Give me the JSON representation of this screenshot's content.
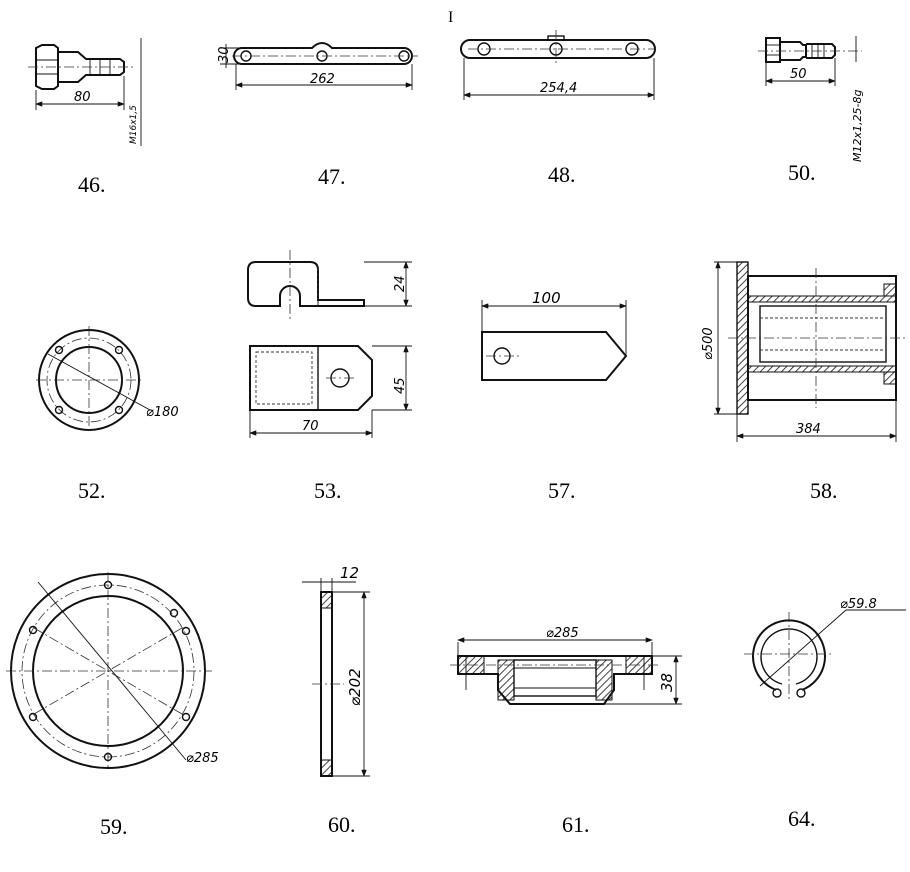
{
  "parts": {
    "p46": {
      "number": "46.",
      "length": "80",
      "thread": "M16x1,5"
    },
    "p47": {
      "number": "47.",
      "length": "262",
      "width": "30"
    },
    "p48": {
      "number": "48.",
      "length": "254,4"
    },
    "p50": {
      "number": "50.",
      "length": "50",
      "thread": "M12x1,25-8g"
    },
    "p52": {
      "number": "52.",
      "diameter": "⌀180"
    },
    "p53": {
      "number": "53.",
      "height": "24",
      "width": "70",
      "depth": "45"
    },
    "p57": {
      "number": "57.",
      "length": "100"
    },
    "p58": {
      "number": "58.",
      "diameter": "⌀500",
      "length": "384"
    },
    "p59": {
      "number": "59.",
      "diameter": "⌀285"
    },
    "p60": {
      "number": "60.",
      "thickness": "12",
      "diameter": "⌀202"
    },
    "p61": {
      "number": "61.",
      "diameter": "⌀285",
      "height": "38"
    },
    "p64": {
      "number": "64.",
      "diameter": "⌀59.8"
    }
  },
  "top_mark": "I"
}
